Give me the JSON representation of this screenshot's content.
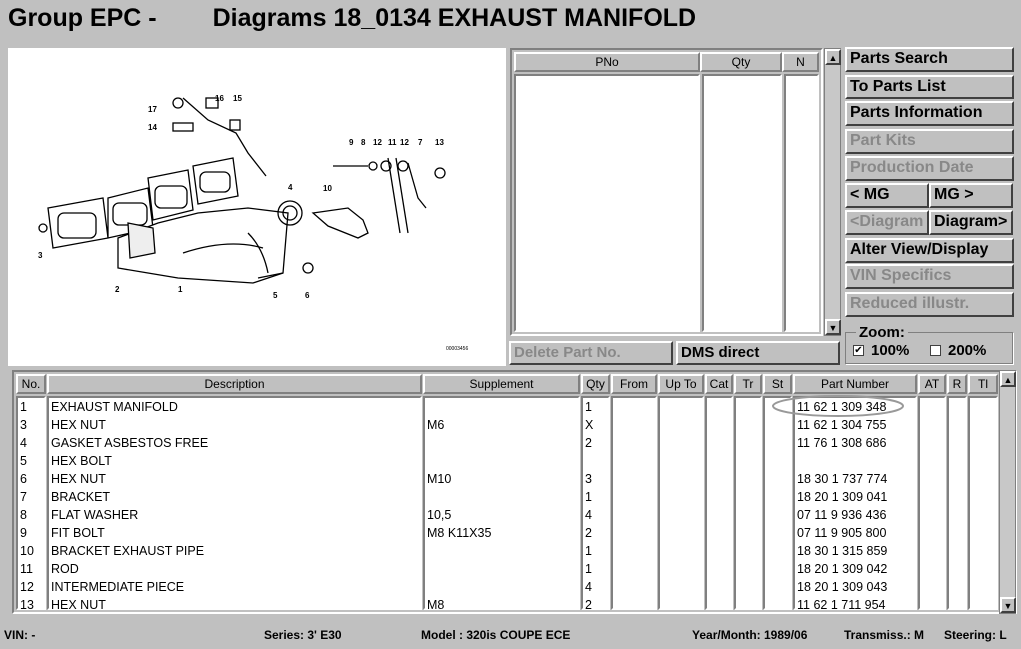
{
  "title": {
    "app": "Group EPC -",
    "diagram": "Diagrams 18_0134 EXHAUST MANIFOLD"
  },
  "diagram": {
    "code": "00003456",
    "callouts": [
      "17",
      "16",
      "15",
      "14",
      "9",
      "8",
      "12",
      "11",
      "12",
      "7",
      "13",
      "4",
      "10",
      "3",
      "2",
      "1",
      "5",
      "6"
    ]
  },
  "parts_list": {
    "headers": [
      "PNo",
      "Qty",
      "N"
    ]
  },
  "actions": {
    "delete_part": "Delete Part No.",
    "dms_direct": "DMS direct"
  },
  "buttons": {
    "parts_search": "Parts Search",
    "to_parts_list": "To Parts List",
    "parts_information": "Parts Information",
    "part_kits": "Part Kits",
    "production_date": "Production Date",
    "prev_mg": "< MG",
    "next_mg": "MG >",
    "prev_diagram": "<Diagram",
    "next_diagram": "Diagram>",
    "alter_view": "Alter View/Display",
    "vin_specifics": "VIN Specifics",
    "reduced_illustr": "Reduced illustr."
  },
  "zoom": {
    "label": "Zoom:",
    "opt1": "100%",
    "opt2": "200%",
    "opt1_checked": true,
    "opt2_checked": false
  },
  "table": {
    "headers": [
      "No.",
      "Description",
      "Supplement",
      "Qty",
      "From",
      "Up To",
      "Cat",
      "Tr",
      "St",
      "Part Number",
      "AT",
      "R",
      "Tl"
    ],
    "rows": [
      [
        "1",
        "EXHAUST MANIFOLD",
        "",
        "1",
        "11 62 1 309 348"
      ],
      [
        "3",
        "HEX NUT",
        "M6",
        "X",
        "11 62 1 304 755"
      ],
      [
        "4",
        "GASKET ASBESTOS FREE",
        "",
        "2",
        "11 76 1 308 686"
      ],
      [
        "5",
        "HEX BOLT",
        "",
        "",
        ""
      ],
      [
        "6",
        "HEX NUT",
        "M10",
        "3",
        "18 30 1 737 774"
      ],
      [
        "7",
        "BRACKET",
        "",
        "1",
        "18 20 1 309 041"
      ],
      [
        "8",
        "FLAT WASHER",
        "10,5",
        "4",
        "07 11 9 936 436"
      ],
      [
        "9",
        "FIT BOLT",
        "M8 K11X35",
        "2",
        "07 11 9 905 800"
      ],
      [
        "10",
        "BRACKET EXHAUST PIPE",
        "",
        "1",
        "18 30 1 315 859"
      ],
      [
        "11",
        "ROD",
        "",
        "1",
        "18 20 1 309 042"
      ],
      [
        "12",
        "INTERMEDIATE PIECE",
        "",
        "4",
        "18 20 1 309 043"
      ],
      [
        "13",
        "HEX NUT",
        "M8",
        "2",
        "11 62 1 711 954"
      ]
    ]
  },
  "status": {
    "vin": "VIN: -",
    "series": "Series: 3' E30",
    "model": "Model : 320is COUPE ECE",
    "year_month": "Year/Month: 1989/06",
    "transmission": "Transmiss.: M",
    "steering": "Steering: L"
  }
}
